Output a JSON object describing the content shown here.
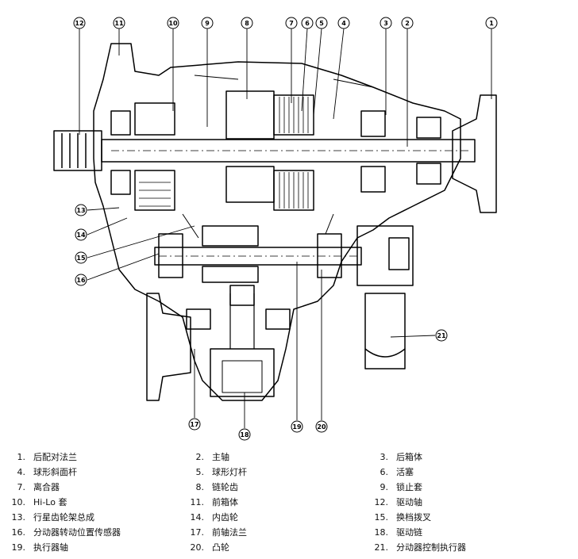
{
  "callouts": [
    {
      "id": "1",
      "num": "1"
    },
    {
      "id": "2",
      "num": "2"
    },
    {
      "id": "3",
      "num": "3"
    },
    {
      "id": "4",
      "num": "4"
    },
    {
      "id": "5",
      "num": "5"
    },
    {
      "id": "6",
      "num": "6"
    },
    {
      "id": "7",
      "num": "7"
    },
    {
      "id": "8",
      "num": "8"
    },
    {
      "id": "9",
      "num": "9"
    },
    {
      "id": "10",
      "num": "10"
    },
    {
      "id": "11",
      "num": "11"
    },
    {
      "id": "12",
      "num": "12"
    },
    {
      "id": "13",
      "num": "13"
    },
    {
      "id": "14",
      "num": "14"
    },
    {
      "id": "15",
      "num": "15"
    },
    {
      "id": "16",
      "num": "16"
    },
    {
      "id": "17",
      "num": "17"
    },
    {
      "id": "18",
      "num": "18"
    },
    {
      "id": "19",
      "num": "19"
    },
    {
      "id": "20",
      "num": "20"
    },
    {
      "id": "21",
      "num": "21"
    }
  ],
  "legend": [
    {
      "num": "1.",
      "label": "后配对法兰"
    },
    {
      "num": "2.",
      "label": "主轴"
    },
    {
      "num": "3.",
      "label": "后箱体"
    },
    {
      "num": "4.",
      "label": "球形斜面杆"
    },
    {
      "num": "5.",
      "label": "球形灯杆"
    },
    {
      "num": "6.",
      "label": "活塞"
    },
    {
      "num": "7.",
      "label": "离合器"
    },
    {
      "num": "8.",
      "label": "链轮齿"
    },
    {
      "num": "9.",
      "label": "锁止套"
    },
    {
      "num": "10.",
      "label": "Hi-Lo 套"
    },
    {
      "num": "11.",
      "label": "前箱体"
    },
    {
      "num": "12.",
      "label": "驱动轴"
    },
    {
      "num": "13.",
      "label": "行星齿轮架总成"
    },
    {
      "num": "14.",
      "label": "内齿轮"
    },
    {
      "num": "15.",
      "label": "换档拨叉"
    },
    {
      "num": "16.",
      "label": "分动器转动位置传感器"
    },
    {
      "num": "17.",
      "label": "前轴法兰"
    },
    {
      "num": "18.",
      "label": "驱动链"
    },
    {
      "num": "19.",
      "label": "执行器轴"
    },
    {
      "num": "20.",
      "label": "凸轮"
    },
    {
      "num": "21.",
      "label": "分动器控制执行器"
    }
  ]
}
